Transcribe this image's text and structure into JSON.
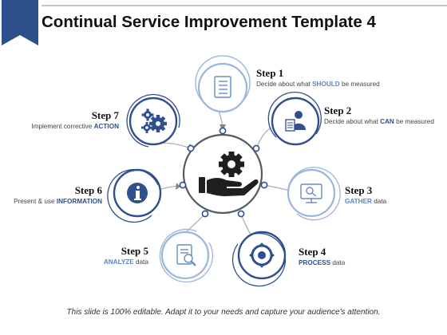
{
  "title": "Continual Service Improvement Template 4",
  "footer": "This slide is 100% editable. Adapt it to your needs and capture your audience's attention.",
  "colors": {
    "dark": "#2f4f8e",
    "light": "#9bb5dd",
    "ribbon": "#2c4f8c",
    "line": "#a9b1bb"
  },
  "steps": [
    {
      "label": "Step 1",
      "pre": "Decide about what ",
      "key": "SHOULD",
      "post": " be measured",
      "icon": "checklist-icon"
    },
    {
      "label": "Step 2",
      "pre": "Decide about what ",
      "key": "CAN",
      "post": " be measured",
      "icon": "person-document-icon"
    },
    {
      "label": "Step 3",
      "pre": "",
      "key": "GATHER",
      "post": " data",
      "icon": "monitor-search-icon"
    },
    {
      "label": "Step 4",
      "pre": "",
      "key": "PROCESS",
      "post": " data",
      "icon": "target-gear-icon"
    },
    {
      "label": "Step 5",
      "pre": "",
      "key": "ANALYZE",
      "post": "  data",
      "icon": "magnifier-document-icon"
    },
    {
      "label": "Step 6",
      "pre": "Present & use ",
      "key": "INFORMATION",
      "post": "",
      "icon": "info-icon"
    },
    {
      "label": "Step 7",
      "pre": "Implement corrective ",
      "key": "ACTION",
      "post": "",
      "icon": "gears-icon"
    }
  ],
  "center_icon": "hand-gear-icon"
}
